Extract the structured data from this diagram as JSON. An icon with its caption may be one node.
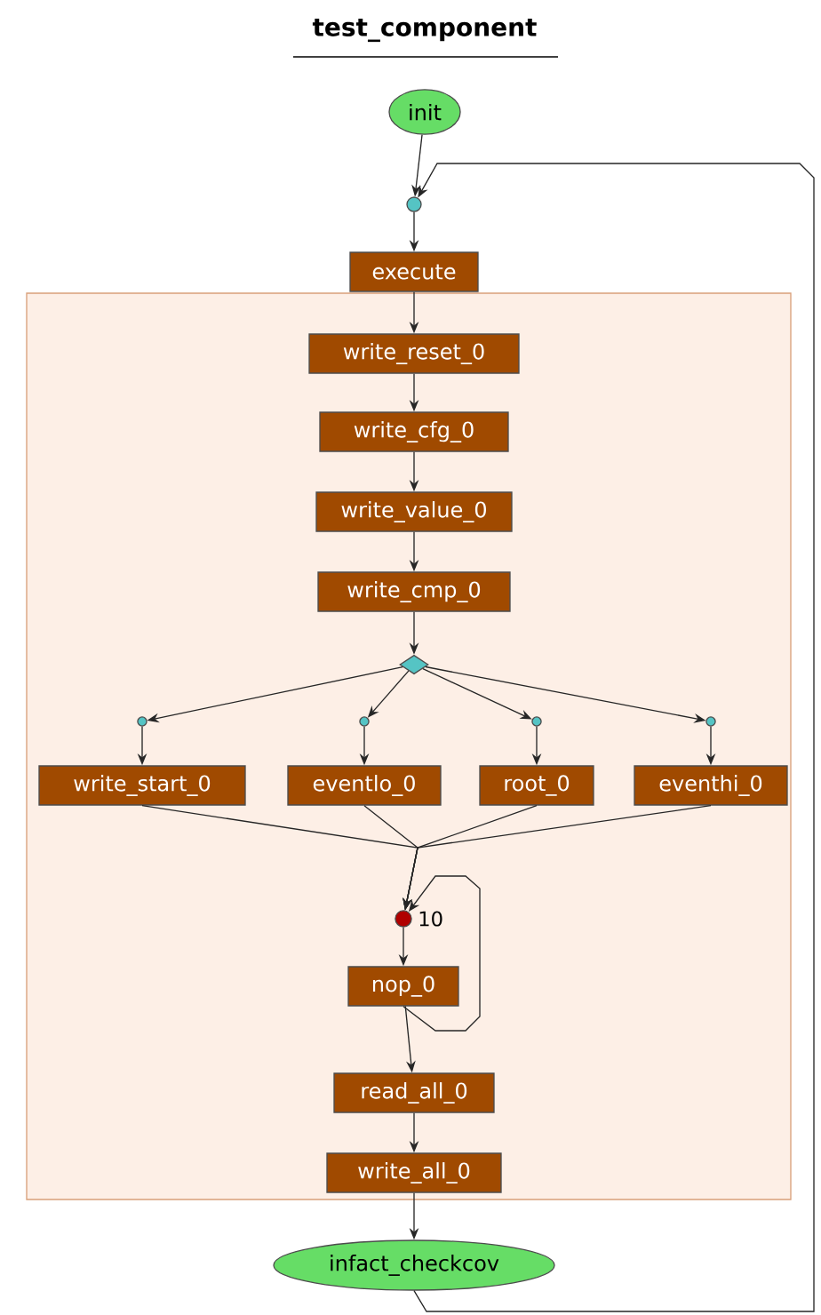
{
  "diagram": {
    "title": "test_component",
    "nodes": [
      {
        "text": [
          "init"
        ]
      },
      {
        "text": [],
        "shape": "circle"
      },
      {
        "text": [
          "execute"
        ]
      },
      {
        "text": [],
        "shape": "box"
      },
      {
        "text": [
          "write_reset_0"
        ],
        "in": 3
      },
      {
        "text": [
          "write_cfg_0"
        ],
        "in": 3
      },
      {
        "text": [
          "write_value_0"
        ],
        "in": 3
      },
      {
        "text": [
          "write_cmp_0"
        ],
        "in": 3
      },
      {
        "text": [],
        "shape": "diamond",
        "in": 3
      },
      {
        "text": [],
        "shape": "circle",
        "in": 3
      },
      {
        "text": [],
        "shape": "circle",
        "in": 3
      },
      {
        "text": [],
        "shape": "circle",
        "in": 3
      },
      {
        "text": [],
        "shape": "circle",
        "in": 3
      },
      {
        "text": [
          "write_start_0"
        ],
        "in": 3
      },
      {
        "text": [
          "eventlo_0"
        ],
        "in": 3
      },
      {
        "text": [
          "root_0"
        ],
        "in": 3
      },
      {
        "text": [
          "eventhi_0"
        ],
        "in": 3
      },
      {
        "text": [],
        "shape": "circle",
        "beside": [
          "10"
        ],
        "in": 3
      },
      {
        "text": [
          "nop_0"
        ],
        "in": 3
      },
      {
        "text": [
          "read_all_0"
        ],
        "in": 3
      },
      {
        "text": [
          "write_all_0"
        ],
        "in": 3
      },
      {
        "text": [
          "infact_checkcov"
        ]
      }
    ],
    "edges": [
      {
        "from": 0,
        "to": 1,
        "arrow": "to"
      },
      {
        "from": 21,
        "to": 1,
        "arrow": "to"
      },
      {
        "from": 1,
        "to": 2,
        "arrow": "to"
      },
      {
        "from": 2,
        "to": 4,
        "arrow": "to"
      },
      {
        "from": 4,
        "to": 5,
        "arrow": "to"
      },
      {
        "from": 5,
        "to": 6,
        "arrow": "to"
      },
      {
        "from": 6,
        "to": 7,
        "arrow": "to"
      },
      {
        "from": 7,
        "to": 8,
        "arrow": "to"
      },
      {
        "from": 8,
        "to": 9,
        "arrow": "to"
      },
      {
        "from": 8,
        "to": 10,
        "arrow": "to"
      },
      {
        "from": 8,
        "to": 11,
        "arrow": "to"
      },
      {
        "from": 8,
        "to": 12,
        "arrow": "to"
      },
      {
        "from": 9,
        "to": 13,
        "arrow": "to"
      },
      {
        "from": 10,
        "to": 14,
        "arrow": "to"
      },
      {
        "from": 11,
        "to": 15,
        "arrow": "to"
      },
      {
        "from": 12,
        "to": 16,
        "arrow": "to"
      },
      {
        "from": 13,
        "to": 17,
        "arrow": "to"
      },
      {
        "from": 14,
        "to": 17,
        "arrow": "to"
      },
      {
        "from": 15,
        "to": 17,
        "arrow": "to"
      },
      {
        "from": 16,
        "to": 17,
        "arrow": "to"
      },
      {
        "from": 17,
        "to": 18,
        "arrow": "to"
      },
      {
        "from": 18,
        "to": 17,
        "arrow": "to"
      },
      {
        "from": 18,
        "to": 19,
        "arrow": "to"
      },
      {
        "from": 19,
        "to": 20,
        "arrow": "to"
      },
      {
        "from": 20,
        "to": 21,
        "arrow": "to"
      }
    ]
  }
}
